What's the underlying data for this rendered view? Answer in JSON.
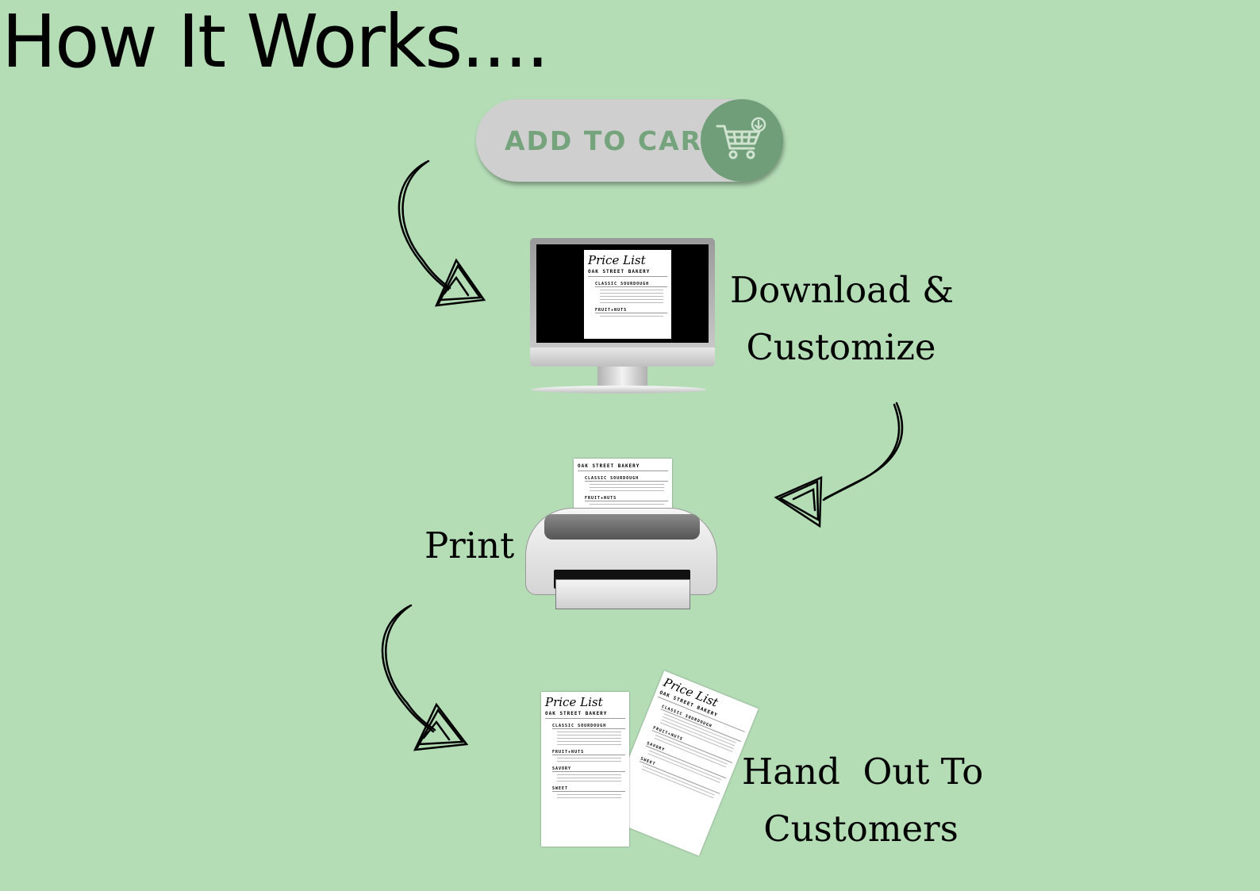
{
  "title": "How It Works....",
  "cart_button": {
    "label": "ADD TO CART",
    "icon": "shopping-cart-download-icon"
  },
  "steps": [
    {
      "line1": "Download &",
      "line2": "Customize"
    },
    {
      "line1": "Print"
    },
    {
      "line1": "Hand  Out To",
      "line2": "Customers"
    }
  ],
  "document": {
    "heading": "Price List",
    "business": "OAK STREET BAKERY",
    "sections": [
      "CLASSIC SOURDOUGH",
      "FRUIT+NUTS",
      "SAVORY",
      "SWEET"
    ]
  },
  "colors": {
    "background": "#b4ddb6",
    "button_pill": "#cfcfcf",
    "button_text": "#75a47c",
    "button_circle": "#709e78"
  }
}
